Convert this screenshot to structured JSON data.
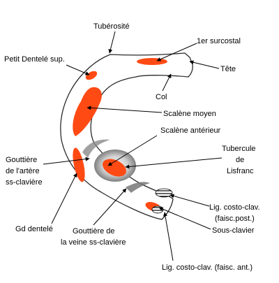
{
  "colors": {
    "bone": "#ffffff",
    "outline": "#2a2a2a",
    "insertion": "#ff4a14",
    "groove_shade": "#9a9a9a",
    "leader": "#000000"
  },
  "labels": {
    "tuberosite": "Tubérosité",
    "premier_surcostal": "1er surcostal",
    "petit_dentele": "Petit Dentelé sup.",
    "tete": "Tête",
    "col": "Col",
    "scalene_moyen": "Scalène moyen",
    "scalene_anterieur": "Scalène antérieur",
    "gouttiere_artere_1": "Gouttière",
    "gouttiere_artere_2": "de l'artère",
    "gouttiere_artere_3": "ss-clavière",
    "tubercule_1": "Tubercule",
    "tubercule_2": "de",
    "tubercule_3": "Lisfranc",
    "lig_post_1": "Lig. costo-clav.",
    "lig_post_2": "(faisc.post.)",
    "sous_clavier": "Sous-clavier",
    "gd_dentele": "Gd dentelé",
    "gouttiere_veine_1": "Gouttière de",
    "gouttiere_veine_2": "la veine ss-clavière",
    "lig_ant": "Lig. costo-clav. (faisc. ant.)"
  }
}
